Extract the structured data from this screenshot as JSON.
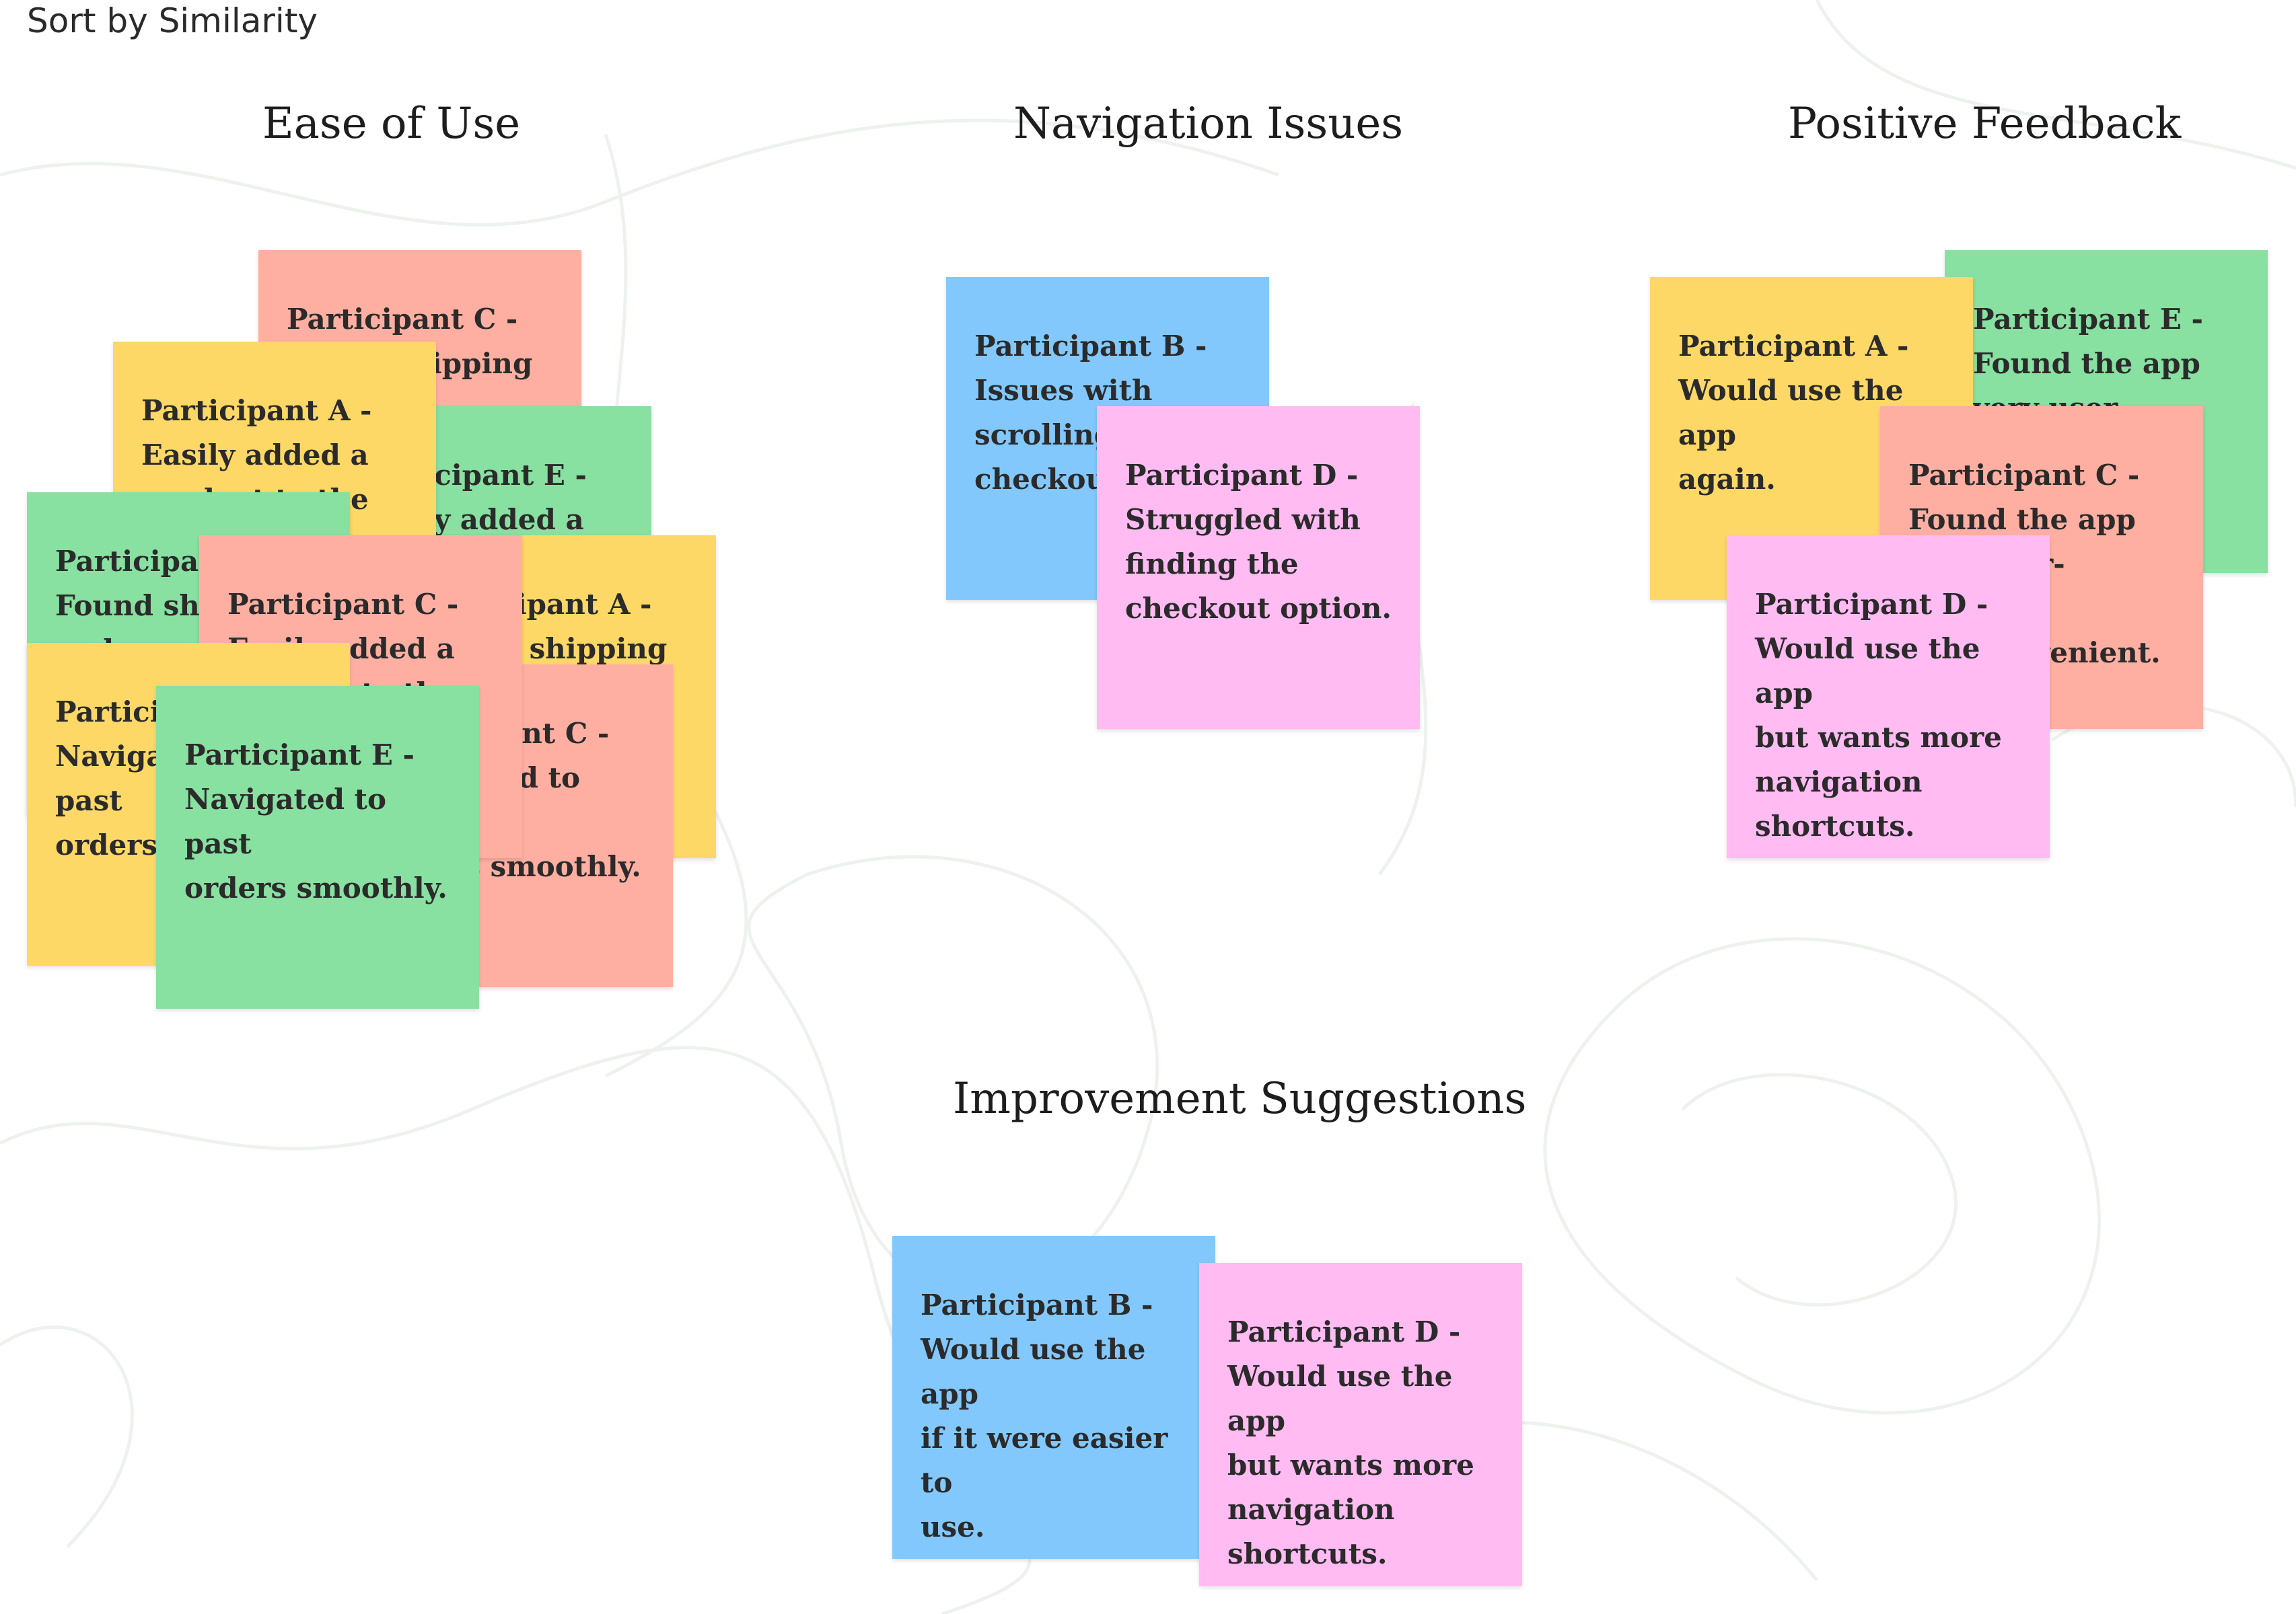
{
  "board": {
    "label": "Sort by Similarity"
  },
  "clusters": [
    {
      "title": "Ease of Use"
    },
    {
      "title": "Navigation Issues"
    },
    {
      "title": "Positive Feedback"
    },
    {
      "title": "Improvement Suggestions"
    }
  ],
  "colors": {
    "yellow": "#fdd866",
    "salmon": "#ffafa2",
    "green": "#88e0a1",
    "blue": "#82c8fd",
    "pink": "#ffbbf2"
  },
  "notes": {
    "ease_c_shipping": "Participant C -\nFound shipping\noptions convenient",
    "ease_e_added": "Participant E -\nEasily added a\nproduct to the cart",
    "ease_a_shipping": "Participant A -\nFound shipping\noptions convenient",
    "ease_c_past": "Participant C -\nNavigated to past\norders smoothly.",
    "ease_a_added": "Participant A -\nEasily added a\nproduct to the cart",
    "ease_e_shipping": "Participant E -\nFound shipping\nand payment",
    "ease_c_added": "Participant C -\nEasily added a\nproduct to the cart",
    "ease_a_past": "Participant A -\nNavigated to past\norders smoothly.",
    "ease_e_past": "Participant E -\nNavigated to past\norders smoothly.",
    "nav_b": "Participant B -\nIssues with\nscrolling during\ncheckout.",
    "nav_d": "Participant D -\nStruggled with\nfinding the\ncheckout option.",
    "pos_e": "Participant E -\nFound the app\nvery user-friendly",
    "pos_a": "Participant A -\nWould use the app\nagain.",
    "pos_c": "Participant C -\nFound the app\nvery user-friendly\nand convenient.",
    "pos_d": "Participant D -\nWould use the app\nbut wants more\nnavigation\nshortcuts.",
    "imp_b": "Participant B -\nWould use the app\nif it were easier to\nuse.",
    "imp_d": "Participant D -\nWould use the app\nbut wants more\nnavigation\nshortcuts."
  }
}
